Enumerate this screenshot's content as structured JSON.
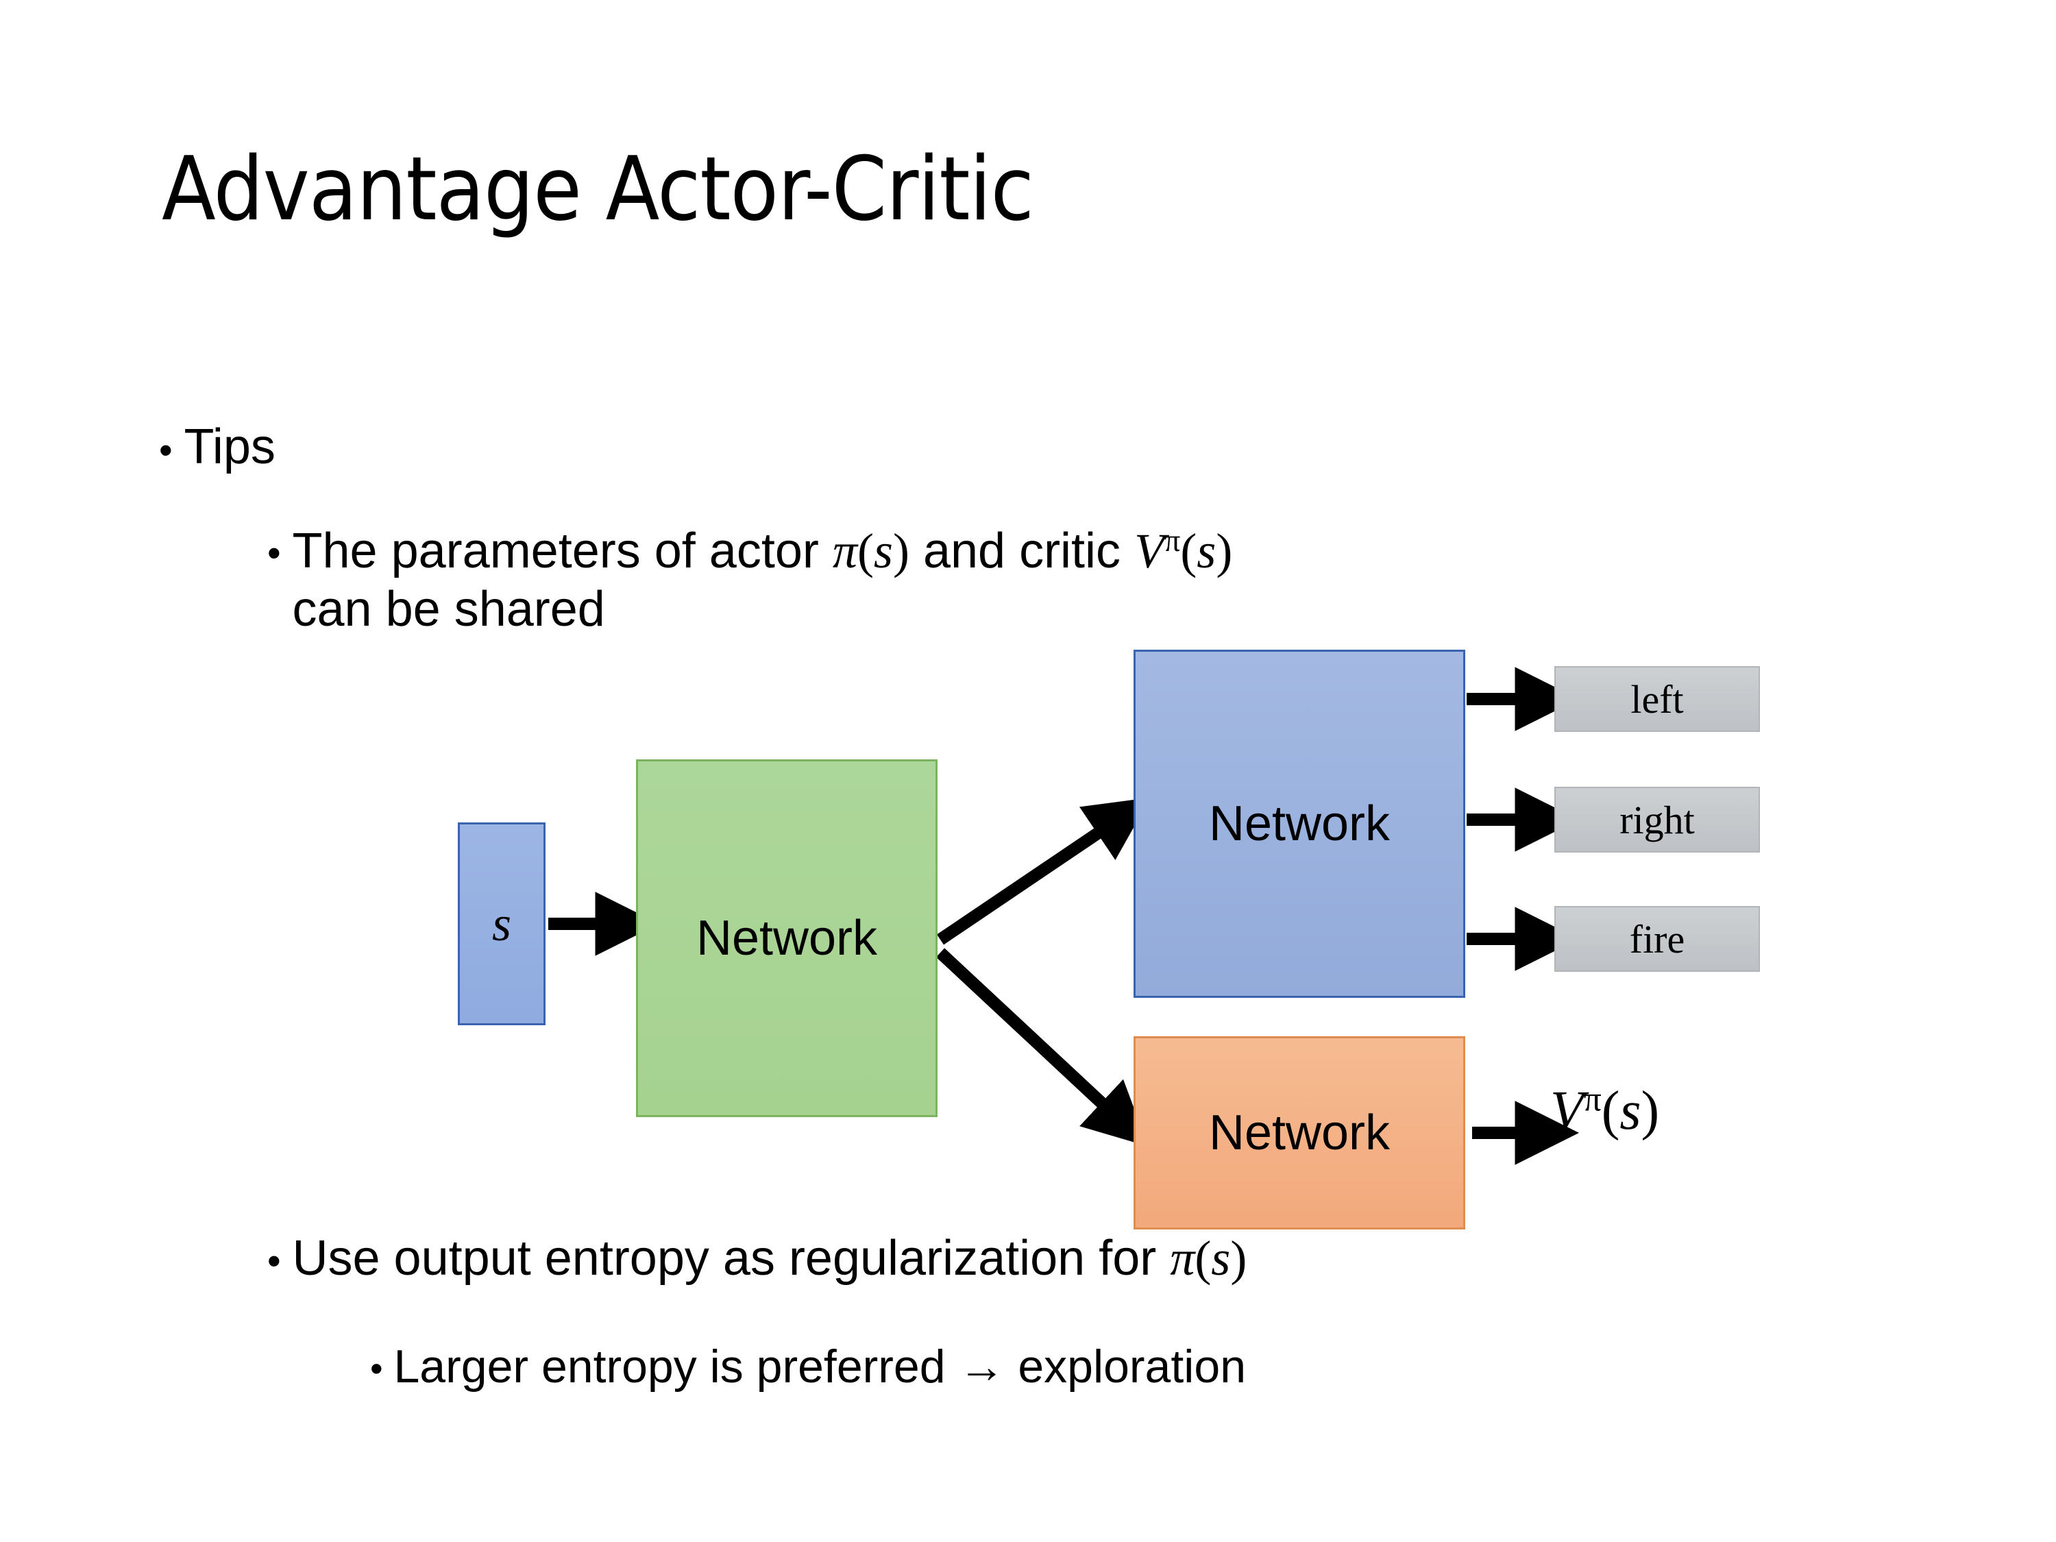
{
  "slide": {
    "title": "Advantage Actor-Critic",
    "background_color": "#ffffff",
    "text_color": "#000000"
  },
  "bullets": {
    "tips": {
      "marker": "•",
      "text": "Tips"
    },
    "parameters": {
      "marker": "•",
      "prefix": "The parameters of actor ",
      "math_actor_fn": "π",
      "math_actor_arg": "(s)",
      "middle": "  and critic ",
      "math_critic_fn": "V",
      "math_critic_sup": "π",
      "math_critic_arg": "(s)",
      "line2": "can be shared"
    },
    "entropy": {
      "marker": "•",
      "prefix": "Use output entropy as regularization for ",
      "math_fn": "π",
      "math_arg": "(s)"
    },
    "larger_entropy": {
      "marker": "•",
      "text": "Larger entropy is preferred → exploration"
    }
  },
  "diagram": {
    "state_node": {
      "label": "s",
      "fill": "#95afdd",
      "border": "#3a63b0"
    },
    "shared_node": {
      "label": "Network",
      "fill": "#a9d18e",
      "border": "#7bb35f"
    },
    "actor_node": {
      "label": "Network",
      "fill": "#9bb3de",
      "border": "#3a63b0"
    },
    "critic_node": {
      "label": "Network",
      "fill": "#f4b183",
      "border": "#e08b50"
    },
    "actions": [
      {
        "label": "left",
        "fill": "#c4c7ca"
      },
      {
        "label": "right",
        "fill": "#c4c7ca"
      },
      {
        "label": "fire",
        "fill": "#c4c7ca"
      }
    ],
    "value_output": {
      "fn": "V",
      "sup": "π",
      "arg": "(s)"
    },
    "arrow_color": "#000000"
  }
}
